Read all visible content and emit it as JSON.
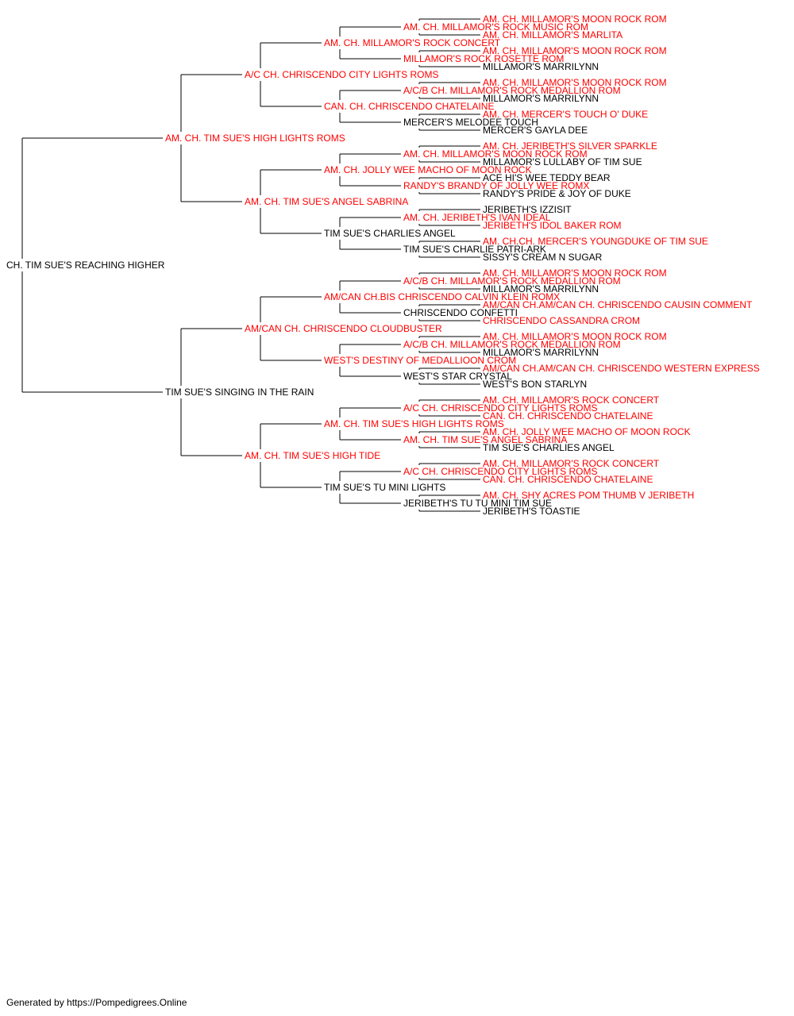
{
  "colors": {
    "champion": "#ff0000",
    "normal": "#000000",
    "line": "#000000"
  },
  "footer": "Generated by https://Pompedigrees.Online",
  "generations": [
    [
      {
        "name": "CH. TIM SUE'S REACHING HIGHER",
        "champion": false
      }
    ],
    [
      {
        "name": "AM. CH. TIM SUE'S HIGH LIGHTS ROMS",
        "champion": true
      },
      {
        "name": "TIM SUE'S SINGING IN THE RAIN",
        "champion": false
      }
    ],
    [
      {
        "name": "A/C CH. CHRISCENDO CITY LIGHTS ROMS",
        "champion": true
      },
      {
        "name": "AM. CH. TIM SUE'S ANGEL SABRINA",
        "champion": true
      },
      {
        "name": "AM/CAN CH. CHRISCENDO CLOUDBUSTER",
        "champion": true
      },
      {
        "name": "AM. CH. TIM SUE'S HIGH TIDE",
        "champion": true
      }
    ],
    [
      {
        "name": "AM. CH. MILLAMOR'S ROCK CONCERT",
        "champion": true
      },
      {
        "name": "CAN. CH. CHRISCENDO CHATELAINE",
        "champion": true
      },
      {
        "name": "AM. CH. JOLLY WEE MACHO OF MOON ROCK",
        "champion": true
      },
      {
        "name": "TIM SUE'S CHARLIES ANGEL",
        "champion": false
      },
      {
        "name": "AM/CAN CH.BIS CHRISCENDO CALVIN KLEIN ROMX",
        "champion": true
      },
      {
        "name": "WEST'S DESTINY OF MEDALLIOON CROM",
        "champion": true
      },
      {
        "name": "AM. CH. TIM SUE'S HIGH LIGHTS ROMS",
        "champion": true
      },
      {
        "name": "TIM SUE'S TU MINI LIGHTS",
        "champion": false
      }
    ],
    [
      {
        "name": "AM. CH. MILLAMOR'S ROCK MUSIC ROM",
        "champion": true
      },
      {
        "name": "MILLAMOR'S ROCK ROSETTE ROM",
        "champion": true
      },
      {
        "name": "A/C/B CH. MILLAMOR'S ROCK MEDALLION ROM",
        "champion": true
      },
      {
        "name": "MERCER'S MELODEE TOUCH",
        "champion": false
      },
      {
        "name": "AM. CH. MILLAMOR'S MOON ROCK ROM",
        "champion": true
      },
      {
        "name": "RANDY'S BRANDY OF JOLLY WEE ROMX",
        "champion": true
      },
      {
        "name": "AM. CH. JERIBETH'S IVAN IDEAL",
        "champion": true
      },
      {
        "name": "TIM SUE'S CHARLIE PATRI-ARK",
        "champion": false
      },
      {
        "name": "A/C/B CH. MILLAMOR'S ROCK MEDALLION ROM",
        "champion": true
      },
      {
        "name": "CHRISCENDO CONFETTI",
        "champion": false
      },
      {
        "name": "A/C/B CH. MILLAMOR'S ROCK MEDALLION ROM",
        "champion": true
      },
      {
        "name": "WEST'S STAR CRYSTAL",
        "champion": false
      },
      {
        "name": "A/C CH. CHRISCENDO CITY LIGHTS ROMS",
        "champion": true
      },
      {
        "name": "AM. CH. TIM SUE'S ANGEL SABRINA",
        "champion": true
      },
      {
        "name": "A/C CH. CHRISCENDO CITY LIGHTS ROMS",
        "champion": true
      },
      {
        "name": "JERIBETH'S TU TU MINI TIM SUE",
        "champion": false
      }
    ],
    [
      {
        "name": "AM. CH. MILLAMOR'S MOON ROCK ROM",
        "champion": true
      },
      {
        "name": "AM. CH. MILLAMOR'S MARLITA",
        "champion": true
      },
      {
        "name": "AM. CH. MILLAMOR'S MOON ROCK ROM",
        "champion": true
      },
      {
        "name": "MILLAMOR'S MARRILYNN",
        "champion": false
      },
      {
        "name": "AM. CH. MILLAMOR'S MOON ROCK ROM",
        "champion": true
      },
      {
        "name": "MILLAMOR'S MARRILYNN",
        "champion": false
      },
      {
        "name": "AM. CH. MERCER'S TOUCH O' DUKE",
        "champion": true
      },
      {
        "name": "MERCER'S GAYLA DEE",
        "champion": false
      },
      {
        "name": "AM. CH. JERIBETH'S SILVER SPARKLE",
        "champion": true
      },
      {
        "name": "MILLAMOR'S LULLABY OF TIM SUE",
        "champion": false
      },
      {
        "name": "ACE HI'S WEE TEDDY BEAR",
        "champion": false
      },
      {
        "name": "RANDY'S PRIDE & JOY OF DUKE",
        "champion": false
      },
      {
        "name": "JERIBETH'S IZZISIT",
        "champion": false
      },
      {
        "name": "JERIBETH'S IDOL BAKER ROM",
        "champion": true
      },
      {
        "name": "AM. CH.CH. MERCER'S YOUNGDUKE OF TIM SUE",
        "champion": true
      },
      {
        "name": "SISSY'S CREAM N SUGAR",
        "champion": false
      },
      {
        "name": "AM. CH. MILLAMOR'S MOON ROCK ROM",
        "champion": true
      },
      {
        "name": "MILLAMOR'S MARRILYNN",
        "champion": false
      },
      {
        "name": "AM/CAN CH.AM/CAN CH. CHRISCENDO CAUSIN COMMENT",
        "champion": true
      },
      {
        "name": "CHRISCENDO CASSANDRA CROM",
        "champion": true
      },
      {
        "name": "AM. CH. MILLAMOR'S MOON ROCK ROM",
        "champion": true
      },
      {
        "name": "MILLAMOR'S MARRILYNN",
        "champion": false
      },
      {
        "name": "AM/CAN CH.AM/CAN CH. CHRISCENDO WESTERN EXPRESS",
        "champion": true
      },
      {
        "name": "WEST'S BON STARLYN",
        "champion": false
      },
      {
        "name": "AM. CH. MILLAMOR'S ROCK CONCERT",
        "champion": true
      },
      {
        "name": "CAN. CH. CHRISCENDO CHATELAINE",
        "champion": true
      },
      {
        "name": "AM. CH. JOLLY WEE MACHO OF MOON ROCK",
        "champion": true
      },
      {
        "name": "TIM SUE'S CHARLIES ANGEL",
        "champion": false
      },
      {
        "name": "AM. CH. MILLAMOR'S ROCK CONCERT",
        "champion": true
      },
      {
        "name": "CAN. CH. CHRISCENDO CHATELAINE",
        "champion": true
      },
      {
        "name": "AM. CH. SHY ACRES POM THUMB V JERIBETH",
        "champion": true
      },
      {
        "name": "JERIBETH'S TOASTIE",
        "champion": false
      }
    ]
  ]
}
